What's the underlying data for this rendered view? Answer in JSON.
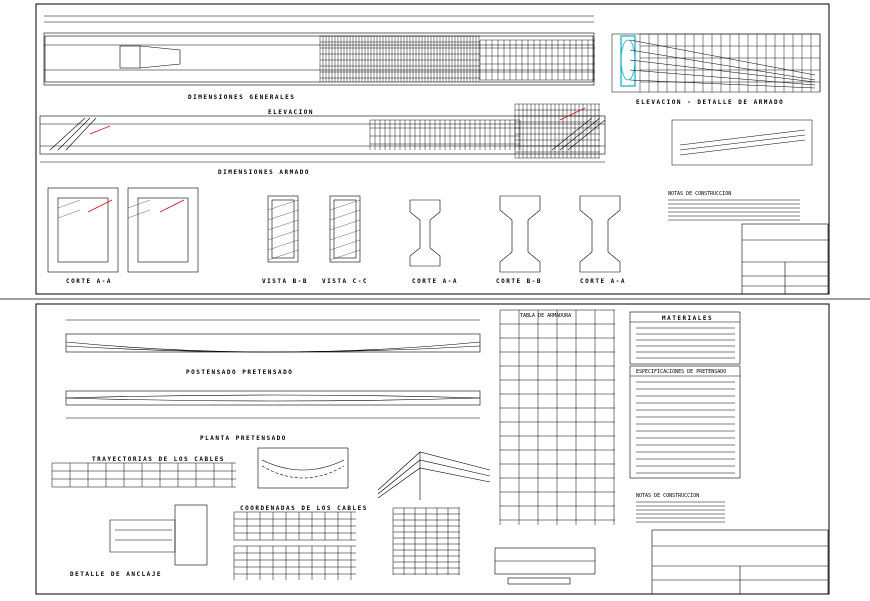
{
  "sheet_top": {
    "labels": {
      "dimensions": "DIMENSIONES GENERALES",
      "elevation": "ELEVACION",
      "armado": "DIMENSIONES ARMADO",
      "elev_detail": "ELEVACION - DETALLE DE ARMADO",
      "corte_aa": "CORTE A-A",
      "vista_bb": "VISTA B-B",
      "vista_cc": "VISTA C-C",
      "corte_a_a2": "CORTE A-A",
      "corte_bb": "CORTE B-B",
      "corte_aa3": "CORTE A-A",
      "notas": "NOTAS DE CONSTRUCCION"
    }
  },
  "sheet_bottom": {
    "labels": {
      "postensado": "POSTENSADO PRETENSADO",
      "planta": "PLANTA PRETENSADO",
      "trayectorias": "TRAYECTORIAS DE LOS CABLES",
      "detalle_anclaje": "DETALLE DE ANCLAJE",
      "coordenadas": "COORDENADAS DE LOS CABLES",
      "tabla_armadura": "TABLA DE ARMADURA",
      "materiales": "MATERIALES",
      "especificaciones": "ESPECIFICACIONES DE PRETENSADO",
      "notas": "NOTAS DE CONSTRUCCION"
    }
  }
}
